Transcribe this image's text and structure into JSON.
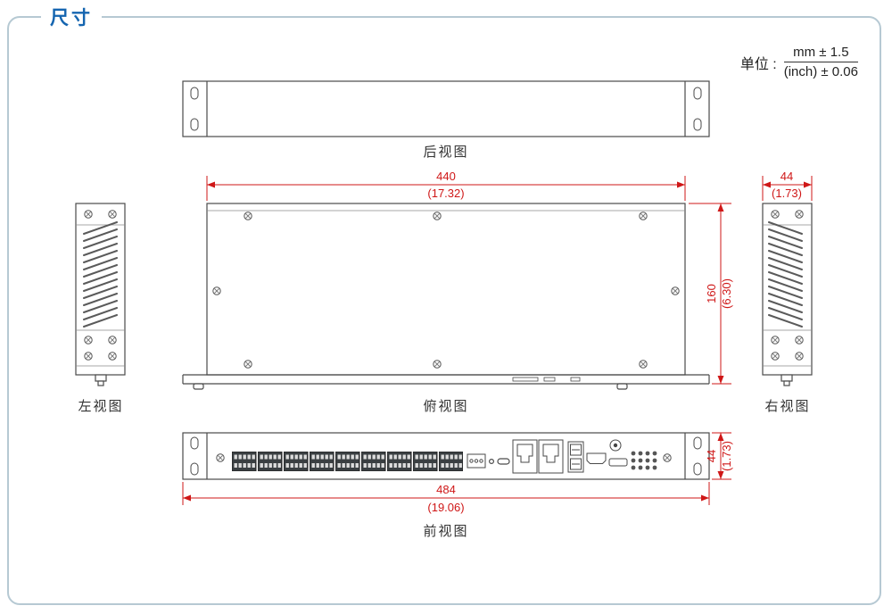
{
  "header": {
    "title": "尺寸"
  },
  "unit_note": {
    "label": "单位 :",
    "mm": "mm ± 1.5",
    "inch": "(inch) ± 0.06"
  },
  "views": {
    "rear": {
      "label": "后视图"
    },
    "top": {
      "label": "俯视图"
    },
    "left": {
      "label": "左视图"
    },
    "right": {
      "label": "右视图"
    },
    "front": {
      "label": "前视图"
    }
  },
  "dimensions": {
    "top_view_width": {
      "mm": "440",
      "inch": "(17.32)"
    },
    "top_view_depth": {
      "mm": "160",
      "inch": "(6.30)"
    },
    "side_view_width": {
      "mm": "44",
      "inch": "(1.73)"
    },
    "front_view_height": {
      "mm": "44",
      "inch": "(1.73)"
    },
    "front_view_width": {
      "mm": "484",
      "inch": "(19.06)"
    }
  },
  "colors": {
    "accent_blue": "#1565b0",
    "dimension_red": "#cf1717",
    "line_dark": "#4a4a4a",
    "frame_border": "#b6c9d3"
  }
}
